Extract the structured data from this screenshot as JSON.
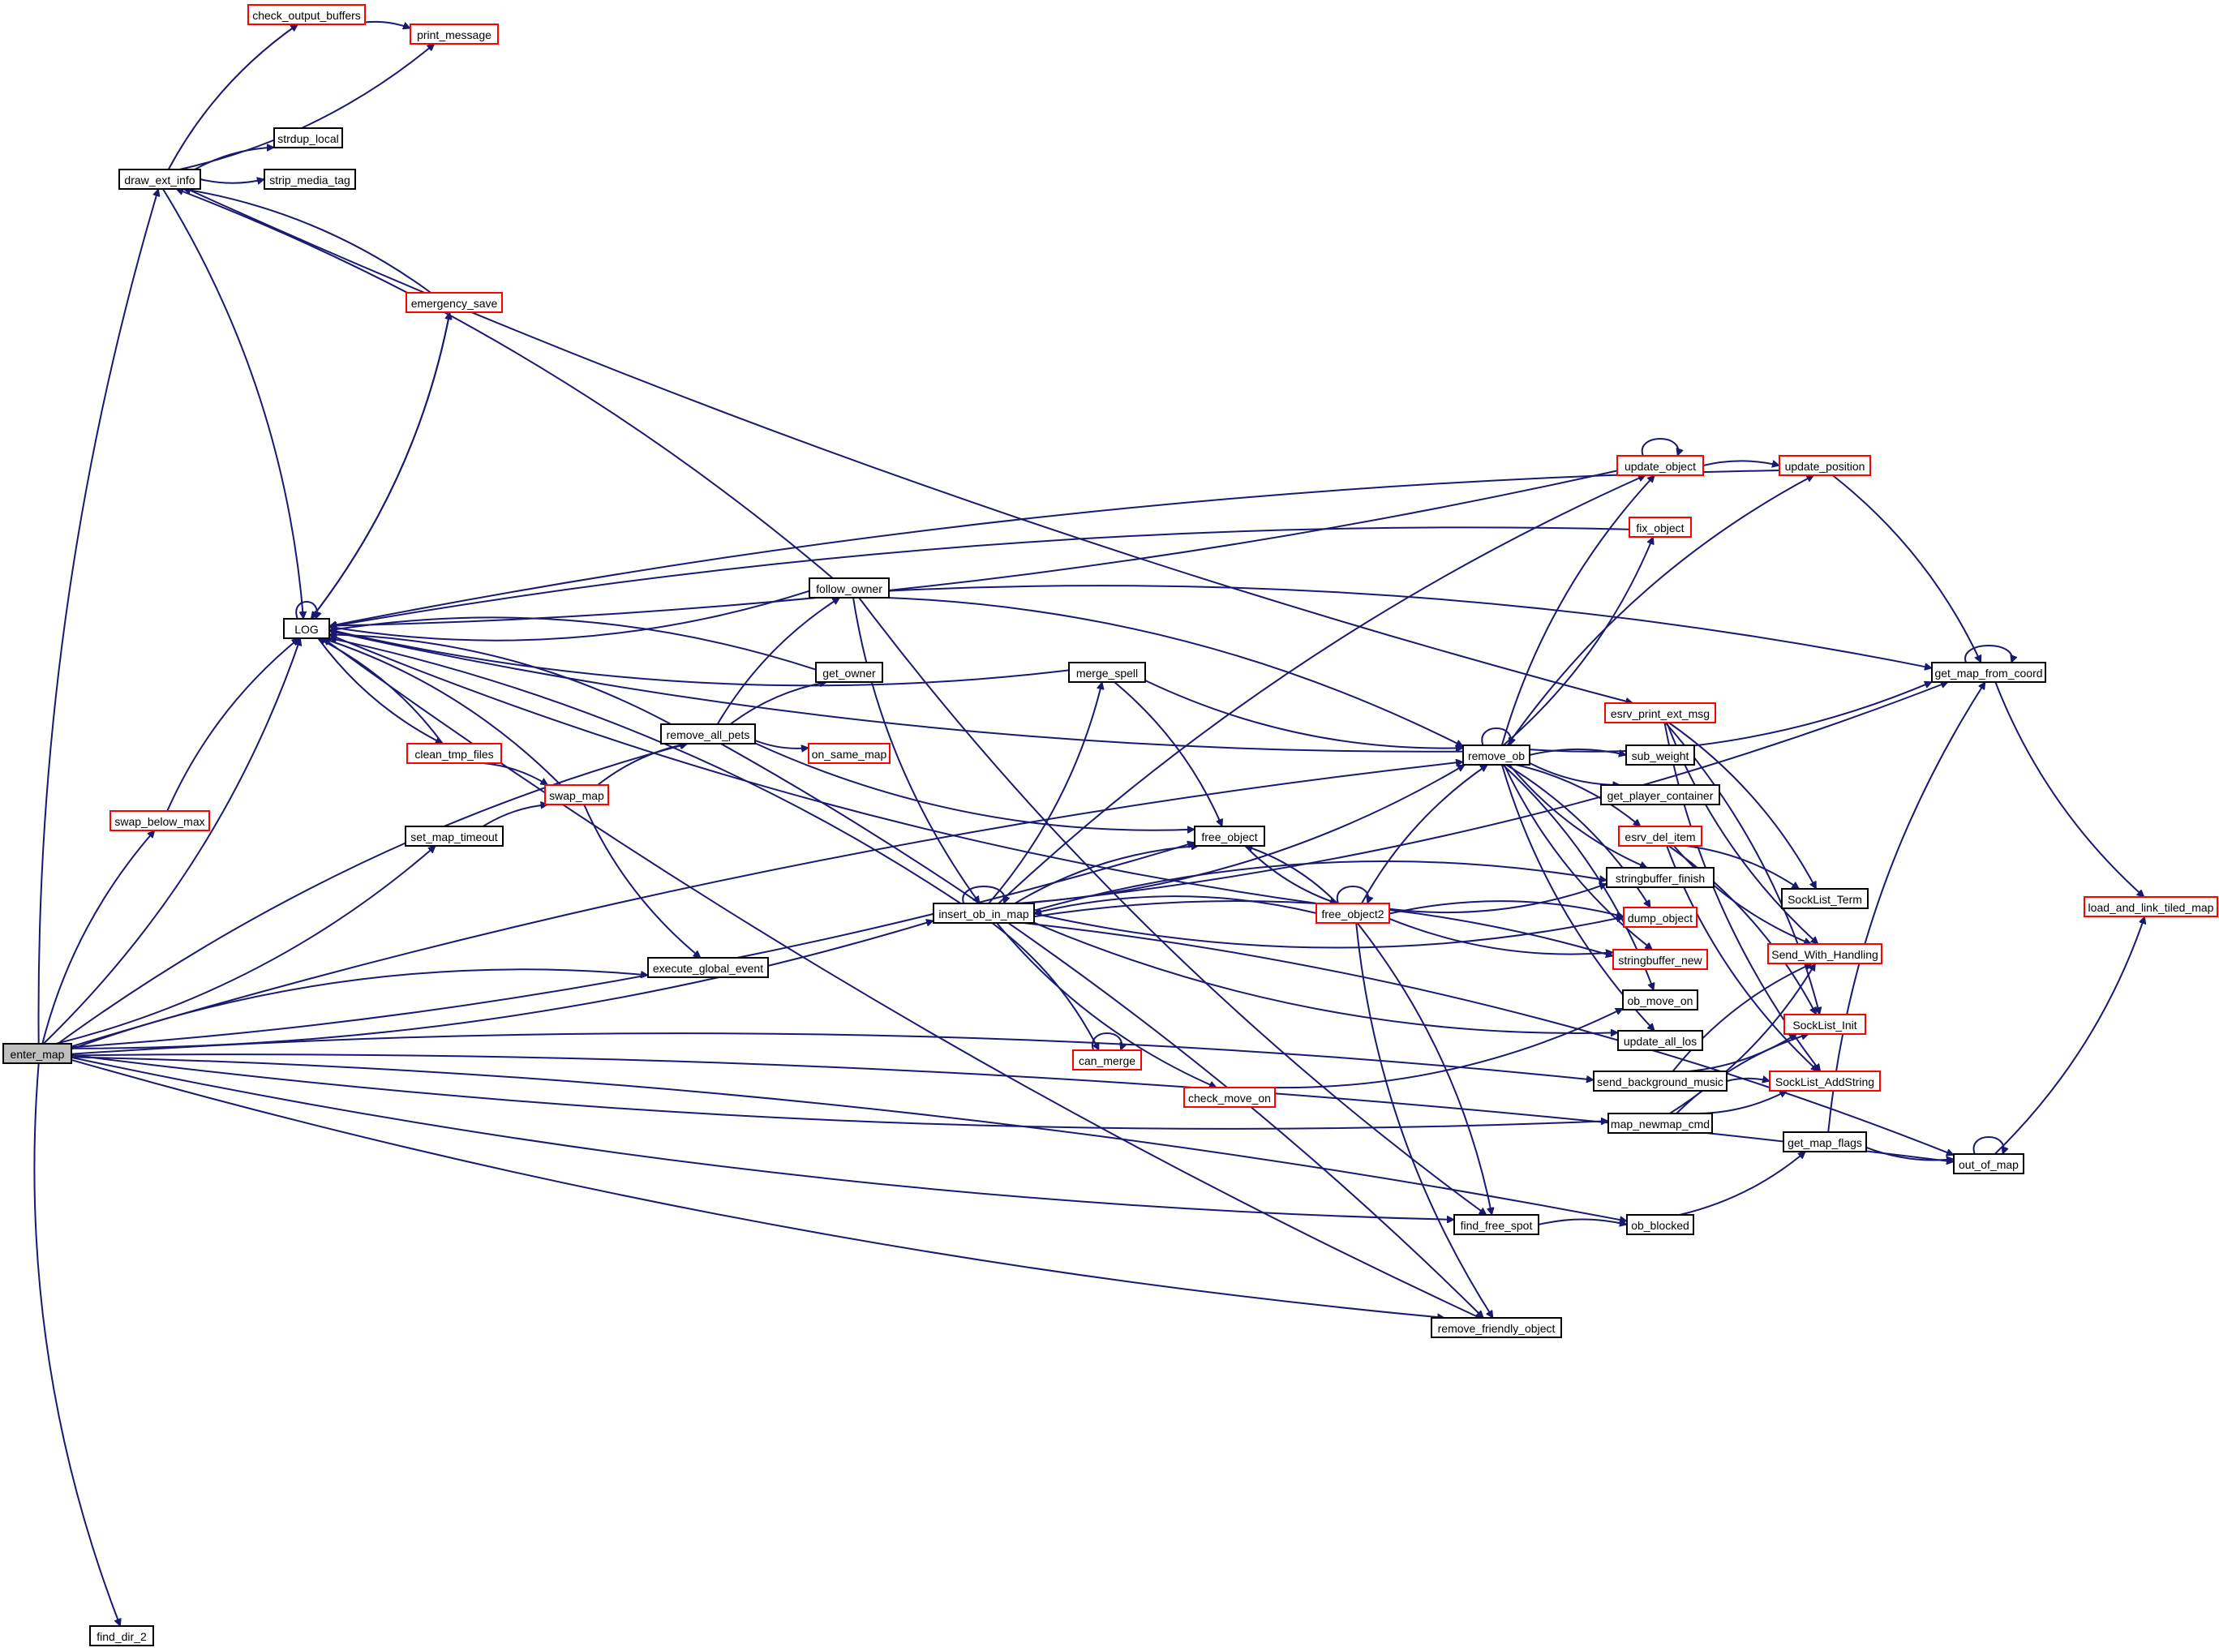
{
  "colors": {
    "edge": "#191970",
    "node_border_normal": "#000000",
    "node_border_incomplete": "#ff0000",
    "node_focus_fill": "#bfbfbf",
    "background": "#ffffff"
  },
  "nodes": [
    {
      "id": "enter_map",
      "label": "enter_map",
      "style": "focus"
    },
    {
      "id": "draw_ext_info",
      "label": "draw_ext_info",
      "style": "normal"
    },
    {
      "id": "check_output_buffers",
      "label": "check_output_buffers",
      "style": "incomplete"
    },
    {
      "id": "print_message",
      "label": "print_message",
      "style": "incomplete"
    },
    {
      "id": "strdup_local",
      "label": "strdup_local",
      "style": "normal"
    },
    {
      "id": "strip_media_tag",
      "label": "strip_media_tag",
      "style": "normal"
    },
    {
      "id": "emergency_save",
      "label": "emergency_save",
      "style": "incomplete"
    },
    {
      "id": "LOG",
      "label": "LOG",
      "style": "normal"
    },
    {
      "id": "swap_below_max",
      "label": "swap_below_max",
      "style": "incomplete"
    },
    {
      "id": "clean_tmp_files",
      "label": "clean_tmp_files",
      "style": "incomplete"
    },
    {
      "id": "swap_map",
      "label": "swap_map",
      "style": "incomplete"
    },
    {
      "id": "set_map_timeout",
      "label": "set_map_timeout",
      "style": "normal"
    },
    {
      "id": "remove_all_pets",
      "label": "remove_all_pets",
      "style": "normal"
    },
    {
      "id": "get_owner",
      "label": "get_owner",
      "style": "normal"
    },
    {
      "id": "on_same_map",
      "label": "on_same_map",
      "style": "incomplete"
    },
    {
      "id": "follow_owner",
      "label": "follow_owner",
      "style": "normal"
    },
    {
      "id": "execute_global_event",
      "label": "execute_global_event",
      "style": "normal"
    },
    {
      "id": "merge_spell",
      "label": "merge_spell",
      "style": "normal"
    },
    {
      "id": "insert_ob_in_map",
      "label": "insert_ob_in_map",
      "style": "normal"
    },
    {
      "id": "free_object",
      "label": "free_object",
      "style": "normal"
    },
    {
      "id": "free_object2",
      "label": "free_object2",
      "style": "incomplete"
    },
    {
      "id": "can_merge",
      "label": "can_merge",
      "style": "incomplete"
    },
    {
      "id": "check_move_on",
      "label": "check_move_on",
      "style": "incomplete"
    },
    {
      "id": "remove_ob",
      "label": "remove_ob",
      "style": "normal"
    },
    {
      "id": "update_object",
      "label": "update_object",
      "style": "incomplete"
    },
    {
      "id": "update_position",
      "label": "update_position",
      "style": "incomplete"
    },
    {
      "id": "fix_object",
      "label": "fix_object",
      "style": "incomplete"
    },
    {
      "id": "esrv_print_ext_msg",
      "label": "esrv_print_ext_msg",
      "style": "incomplete"
    },
    {
      "id": "sub_weight",
      "label": "sub_weight",
      "style": "normal"
    },
    {
      "id": "get_player_container",
      "label": "get_player_container",
      "style": "normal"
    },
    {
      "id": "esrv_del_item",
      "label": "esrv_del_item",
      "style": "incomplete"
    },
    {
      "id": "stringbuffer_finish",
      "label": "stringbuffer_finish",
      "style": "normal"
    },
    {
      "id": "dump_object",
      "label": "dump_object",
      "style": "incomplete"
    },
    {
      "id": "stringbuffer_new",
      "label": "stringbuffer_new",
      "style": "incomplete"
    },
    {
      "id": "ob_move_on",
      "label": "ob_move_on",
      "style": "normal"
    },
    {
      "id": "update_all_los",
      "label": "update_all_los",
      "style": "normal"
    },
    {
      "id": "send_background_music",
      "label": "send_background_music",
      "style": "normal"
    },
    {
      "id": "map_newmap_cmd",
      "label": "map_newmap_cmd",
      "style": "normal"
    },
    {
      "id": "find_free_spot",
      "label": "find_free_spot",
      "style": "normal"
    },
    {
      "id": "ob_blocked",
      "label": "ob_blocked",
      "style": "normal"
    },
    {
      "id": "remove_friendly_object",
      "label": "remove_friendly_object",
      "style": "normal"
    },
    {
      "id": "get_map_from_coord",
      "label": "get_map_from_coord",
      "style": "normal"
    },
    {
      "id": "load_and_link_tiled_map",
      "label": "load_and_link_tiled_map",
      "style": "incomplete"
    },
    {
      "id": "SockList_Term",
      "label": "SockList_Term",
      "style": "normal"
    },
    {
      "id": "Send_With_Handling",
      "label": "Send_With_Handling",
      "style": "incomplete"
    },
    {
      "id": "SockList_Init",
      "label": "SockList_Init",
      "style": "incomplete"
    },
    {
      "id": "SockList_AddString",
      "label": "SockList_AddString",
      "style": "incomplete"
    },
    {
      "id": "get_map_flags",
      "label": "get_map_flags",
      "style": "normal"
    },
    {
      "id": "out_of_map",
      "label": "out_of_map",
      "style": "normal"
    },
    {
      "id": "find_dir_2",
      "label": "find_dir_2",
      "style": "normal"
    }
  ],
  "edges": [
    [
      "enter_map",
      "draw_ext_info"
    ],
    [
      "enter_map",
      "LOG"
    ],
    [
      "enter_map",
      "swap_below_max"
    ],
    [
      "enter_map",
      "set_map_timeout"
    ],
    [
      "enter_map",
      "remove_all_pets"
    ],
    [
      "enter_map",
      "free_object"
    ],
    [
      "enter_map",
      "execute_global_event"
    ],
    [
      "enter_map",
      "insert_ob_in_map"
    ],
    [
      "enter_map",
      "remove_ob"
    ],
    [
      "enter_map",
      "remove_friendly_object"
    ],
    [
      "enter_map",
      "send_background_music"
    ],
    [
      "enter_map",
      "map_newmap_cmd"
    ],
    [
      "enter_map",
      "ob_blocked"
    ],
    [
      "enter_map",
      "find_free_spot"
    ],
    [
      "enter_map",
      "out_of_map"
    ],
    [
      "enter_map",
      "find_dir_2"
    ],
    [
      "draw_ext_info",
      "check_output_buffers"
    ],
    [
      "draw_ext_info",
      "print_message"
    ],
    [
      "draw_ext_info",
      "strdup_local"
    ],
    [
      "draw_ext_info",
      "strip_media_tag"
    ],
    [
      "draw_ext_info",
      "LOG"
    ],
    [
      "draw_ext_info",
      "esrv_print_ext_msg"
    ],
    [
      "check_output_buffers",
      "print_message"
    ],
    [
      "emergency_save",
      "draw_ext_info"
    ],
    [
      "emergency_save",
      "LOG"
    ],
    [
      "LOG",
      "emergency_save"
    ],
    [
      "LOG",
      "LOG"
    ],
    [
      "LOG",
      "clean_tmp_files"
    ],
    [
      "swap_below_max",
      "LOG"
    ],
    [
      "clean_tmp_files",
      "LOG"
    ],
    [
      "clean_tmp_files",
      "swap_map"
    ],
    [
      "swap_map",
      "LOG"
    ],
    [
      "swap_map",
      "remove_all_pets"
    ],
    [
      "swap_map",
      "execute_global_event"
    ],
    [
      "set_map_timeout",
      "swap_map"
    ],
    [
      "remove_all_pets",
      "LOG"
    ],
    [
      "remove_all_pets",
      "get_owner"
    ],
    [
      "remove_all_pets",
      "on_same_map"
    ],
    [
      "remove_all_pets",
      "follow_owner"
    ],
    [
      "remove_all_pets",
      "free_object"
    ],
    [
      "remove_all_pets",
      "remove_friendly_object"
    ],
    [
      "get_owner",
      "LOG"
    ],
    [
      "follow_owner",
      "LOG"
    ],
    [
      "follow_owner",
      "draw_ext_info"
    ],
    [
      "follow_owner",
      "remove_ob"
    ],
    [
      "follow_owner",
      "insert_ob_in_map"
    ],
    [
      "follow_owner",
      "get_map_from_coord"
    ],
    [
      "follow_owner",
      "find_free_spot"
    ],
    [
      "merge_spell",
      "LOG"
    ],
    [
      "merge_spell",
      "remove_ob"
    ],
    [
      "merge_spell",
      "free_object"
    ],
    [
      "insert_ob_in_map",
      "LOG"
    ],
    [
      "insert_ob_in_map",
      "insert_ob_in_map"
    ],
    [
      "insert_ob_in_map",
      "merge_spell"
    ],
    [
      "insert_ob_in_map",
      "free_object"
    ],
    [
      "insert_ob_in_map",
      "remove_ob"
    ],
    [
      "insert_ob_in_map",
      "update_object"
    ],
    [
      "insert_ob_in_map",
      "get_map_from_coord"
    ],
    [
      "insert_ob_in_map",
      "can_merge"
    ],
    [
      "insert_ob_in_map",
      "check_move_on"
    ],
    [
      "insert_ob_in_map",
      "stringbuffer_finish"
    ],
    [
      "insert_ob_in_map",
      "dump_object"
    ],
    [
      "insert_ob_in_map",
      "stringbuffer_new"
    ],
    [
      "insert_ob_in_map",
      "update_all_los"
    ],
    [
      "insert_ob_in_map",
      "out_of_map"
    ],
    [
      "free_object",
      "free_object2"
    ],
    [
      "free_object2",
      "LOG"
    ],
    [
      "free_object2",
      "free_object"
    ],
    [
      "free_object2",
      "free_object2"
    ],
    [
      "free_object2",
      "insert_ob_in_map"
    ],
    [
      "free_object2",
      "remove_ob"
    ],
    [
      "free_object2",
      "stringbuffer_finish"
    ],
    [
      "free_object2",
      "dump_object"
    ],
    [
      "free_object2",
      "stringbuffer_new"
    ],
    [
      "free_object2",
      "find_free_spot"
    ],
    [
      "free_object2",
      "remove_friendly_object"
    ],
    [
      "can_merge",
      "can_merge"
    ],
    [
      "check_move_on",
      "ob_move_on"
    ],
    [
      "remove_ob",
      "LOG"
    ],
    [
      "remove_ob",
      "remove_ob"
    ],
    [
      "remove_ob",
      "update_object"
    ],
    [
      "remove_ob",
      "fix_object"
    ],
    [
      "remove_ob",
      "update_position"
    ],
    [
      "remove_ob",
      "get_map_from_coord"
    ],
    [
      "remove_ob",
      "sub_weight"
    ],
    [
      "remove_ob",
      "get_player_container"
    ],
    [
      "remove_ob",
      "esrv_del_item"
    ],
    [
      "remove_ob",
      "stringbuffer_finish"
    ],
    [
      "remove_ob",
      "dump_object"
    ],
    [
      "remove_ob",
      "stringbuffer_new"
    ],
    [
      "remove_ob",
      "ob_move_on"
    ],
    [
      "remove_ob",
      "update_all_los"
    ],
    [
      "update_object",
      "LOG"
    ],
    [
      "update_object",
      "update_object"
    ],
    [
      "update_object",
      "update_position"
    ],
    [
      "update_position",
      "LOG"
    ],
    [
      "update_position",
      "get_map_from_coord"
    ],
    [
      "fix_object",
      "LOG"
    ],
    [
      "esrv_print_ext_msg",
      "SockList_Term"
    ],
    [
      "esrv_print_ext_msg",
      "Send_With_Handling"
    ],
    [
      "esrv_print_ext_msg",
      "SockList_Init"
    ],
    [
      "esrv_print_ext_msg",
      "SockList_AddString"
    ],
    [
      "esrv_del_item",
      "SockList_Term"
    ],
    [
      "esrv_del_item",
      "Send_With_Handling"
    ],
    [
      "esrv_del_item",
      "SockList_Init"
    ],
    [
      "esrv_del_item",
      "SockList_AddString"
    ],
    [
      "send_background_music",
      "Send_With_Handling"
    ],
    [
      "send_background_music",
      "SockList_Init"
    ],
    [
      "send_background_music",
      "SockList_AddString"
    ],
    [
      "map_newmap_cmd",
      "Send_With_Handling"
    ],
    [
      "map_newmap_cmd",
      "SockList_Init"
    ],
    [
      "map_newmap_cmd",
      "SockList_AddString"
    ],
    [
      "find_free_spot",
      "ob_blocked"
    ],
    [
      "ob_blocked",
      "get_map_flags"
    ],
    [
      "get_map_flags",
      "get_map_from_coord"
    ],
    [
      "get_map_flags",
      "out_of_map"
    ],
    [
      "get_map_from_coord",
      "get_map_from_coord"
    ],
    [
      "get_map_from_coord",
      "load_and_link_tiled_map"
    ],
    [
      "out_of_map",
      "out_of_map"
    ],
    [
      "out_of_map",
      "load_and_link_tiled_map"
    ],
    [
      "remove_friendly_object",
      "LOG"
    ]
  ]
}
